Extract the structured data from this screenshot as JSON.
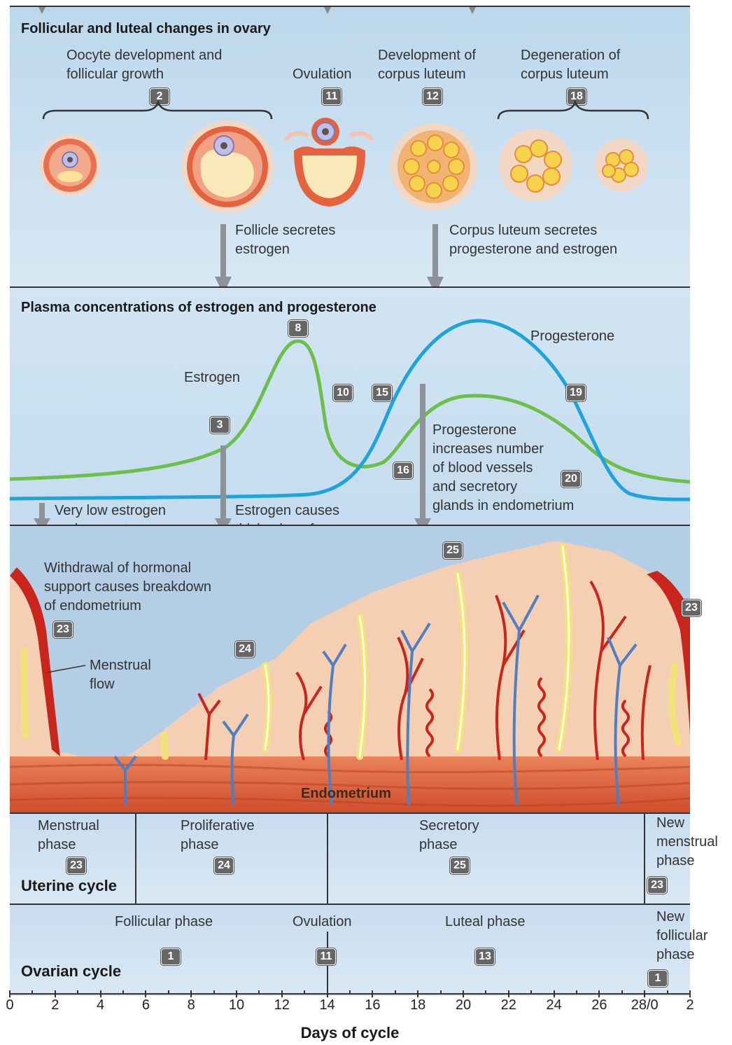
{
  "ovary": {
    "title": "Follicular and luteal changes in ovary",
    "oocyte_label": "Oocyte development and\nfollicular growth",
    "oocyte_badge": "2",
    "ovulation_label": "Ovulation",
    "ovulation_badge": "11",
    "cl_dev_label": "Development of\ncorpus luteum",
    "cl_dev_badge": "12",
    "cl_deg_label": "Degeneration of\ncorpus luteum",
    "cl_deg_badge": "18",
    "follicle_secretes": "Follicle secretes\nestrogen",
    "cl_secretes": "Corpus luteum secretes\nprogesterone and estrogen"
  },
  "hormones": {
    "title": "Plasma concentrations of estrogen and progesterone",
    "estrogen_label": "Estrogen",
    "progesterone_label": "Progesterone",
    "badges": [
      "8",
      "3",
      "10",
      "15",
      "19",
      "16",
      "20"
    ],
    "prog_effect": "Progesterone\nincreases number\nof blood vessels\nand secretory\nglands in endometrium",
    "very_low": "Very low estrogen\nand progesterone",
    "estrogen_causes": "Estrogen causes\nthickening of\nendometrium",
    "colors": {
      "estrogen": "#6cbf4a",
      "progesterone": "#1fa3dc"
    }
  },
  "endometrium": {
    "withdrawal": "Withdrawal of hormonal\nsupport causes breakdown\nof endometrium",
    "withdrawal_badge": "23",
    "menstrual_flow": "Menstrual\nflow",
    "badge_24": "24",
    "badge_25": "25",
    "badge_23_right": "23",
    "label": "Endometrium"
  },
  "uterine_cycle": {
    "title": "Uterine cycle",
    "menstrual": "Menstrual\nphase",
    "menstrual_badge": "23",
    "proliferative": "Proliferative\nphase",
    "proliferative_badge": "24",
    "secretory": "Secretory\nphase",
    "secretory_badge": "25",
    "new_menstrual": "New\nmenstrual\nphase",
    "new_menstrual_badge": "23"
  },
  "ovarian_cycle": {
    "title": "Ovarian cycle",
    "follicular": "Follicular phase",
    "follicular_badge": "1",
    "ovulation": "Ovulation",
    "ovulation_badge": "11",
    "luteal": "Luteal phase",
    "luteal_badge": "13",
    "new_follicular": "New\nfollicular\nphase",
    "new_follicular_badge": "1"
  },
  "axis": {
    "label": "Days of cycle",
    "ticks": [
      "0",
      "2",
      "4",
      "6",
      "8",
      "10",
      "12",
      "14",
      "16",
      "18",
      "20",
      "22",
      "24",
      "26",
      "28/0",
      "2"
    ]
  }
}
